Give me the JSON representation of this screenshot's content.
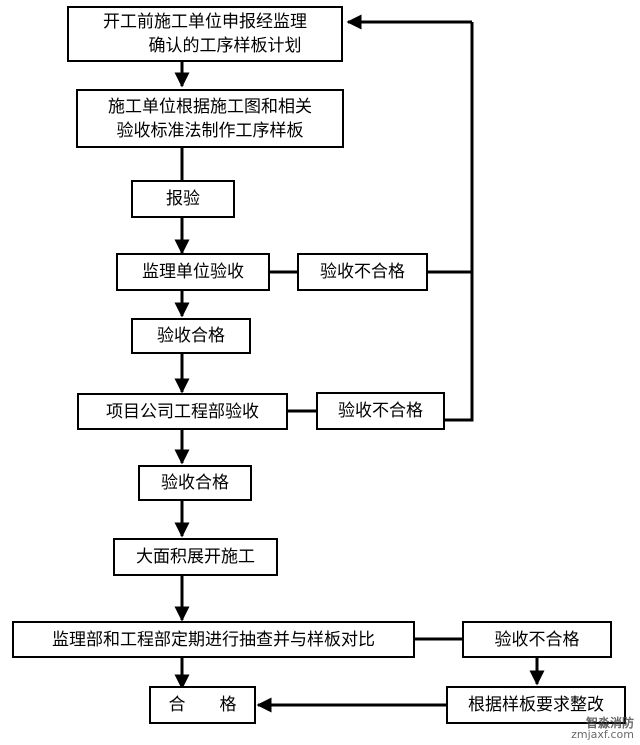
{
  "flowchart": {
    "start": {
      "line1": "开工前施工单位申报经监理",
      "line2": "确认的工序样板计划"
    },
    "make_sample": {
      "line1": "施工单位根据施工图和相关",
      "line2": "验收标准法制作工序样板"
    },
    "report": "报验",
    "supervisor_check": "监理单位验收",
    "supervisor_fail": "验收不合格",
    "pass_1": "验收合格",
    "project_check": "项目公司工程部验收",
    "project_fail": "验收不合格",
    "pass_2": "验收合格",
    "full_construction": "大面积展开施工",
    "periodic_check": "监理部和工程部定期进行抽查并与样板对比",
    "periodic_fail": "验收不合格",
    "rectify": "根据样板要求整改",
    "qualified": "合　　格"
  },
  "watermark": {
    "brand": "智淼消防",
    "url": "zmjaxf.com"
  }
}
